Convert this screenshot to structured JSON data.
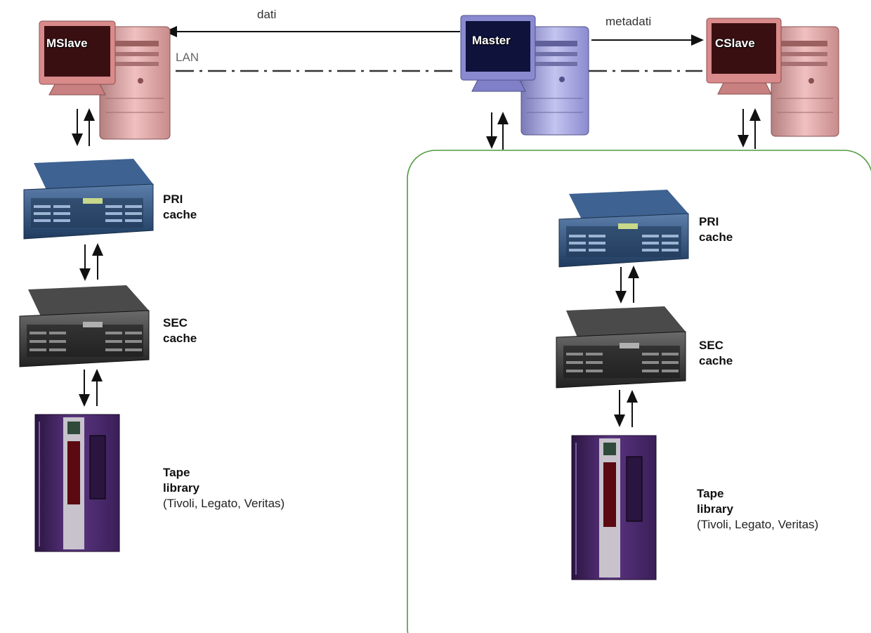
{
  "links": {
    "data_label": "dati",
    "metadata_label": "metadati",
    "lan_label": "LAN"
  },
  "nodes": {
    "mslave": "MSlave",
    "master": "Master",
    "cslave": "CSlave"
  },
  "left_stack": {
    "pri_line1": "PRI",
    "pri_line2": "cache",
    "sec_line1": "SEC",
    "sec_line2": "cache",
    "tape_line1": "Tape",
    "tape_line2": "library",
    "tape_products": "(Tivoli, Legato, Veritas)"
  },
  "right_stack": {
    "pri_line1": "PRI",
    "pri_line2": "cache",
    "sec_line1": "SEC",
    "sec_line2": "cache",
    "tape_line1": "Tape",
    "tape_line2": "library",
    "tape_products": "(Tivoli, Legato, Veritas)"
  },
  "colors": {
    "slave_computer": "#d98a8a",
    "master_computer": "#8a8ad0",
    "pri_cache": "#2f4f74",
    "sec_cache": "#3a3a3a",
    "tape_library": "#4a2a6a",
    "group_border": "#4f9a3f"
  },
  "icons": [
    "computer-icon",
    "disk-array-icon",
    "tape-library-icon",
    "arrow-icon"
  ]
}
